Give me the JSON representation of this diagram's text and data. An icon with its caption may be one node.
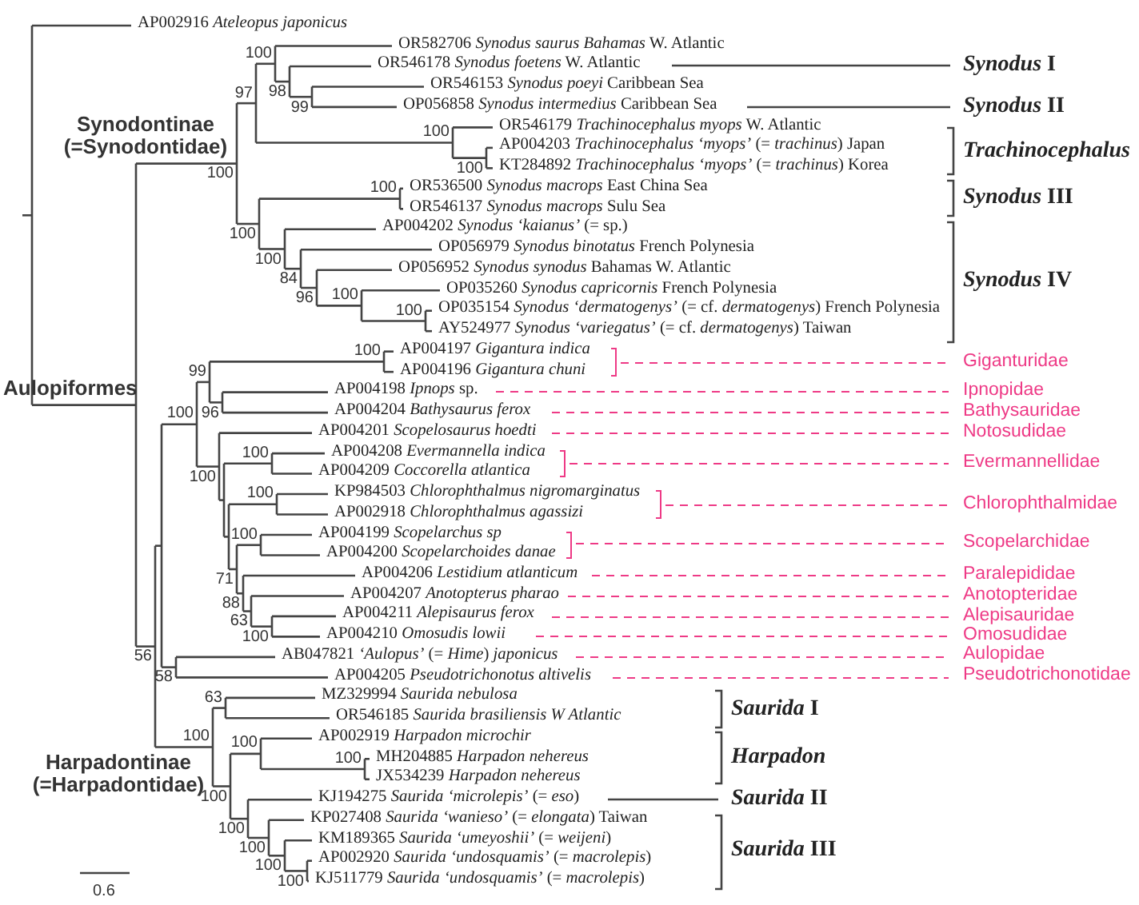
{
  "diagram": {
    "labels": [
      "AP002916 *Ateleopus japonicus*",
      "OR582706 *Synodus saurus Bahamas* W. Atlantic",
      "OR546178 *Synodus foetens* W. Atlantic",
      "OR546153 *Synodus poeyi* Caribbean Sea",
      "OP056858 *Synodus intermedius* Caribbean Sea",
      "OR546179 *Trachinocephalus myops* W. Atlantic",
      "AP004203 *Trachinocephalus ‘myops’* (= *trachinus*) Japan",
      "KT284892 *Trachinocephalus ‘myops’* (= *trachinus*) Korea",
      "OR536500 *Synodus macrops* East China Sea",
      "OR546137 *Synodus macrops* Sulu Sea",
      "AP004202 *Synodus ‘kaianus’* (= sp.)",
      "OP056979 *Synodus binotatus* French Polynesia",
      "OP056952 *Synodus synodus* Bahamas W. Atlantic",
      "OP035260 *Synodus capricornis* French Polynesia",
      "OP035154 *Synodus ‘dermatogenys’* (= cf. *dermatogenys*) French Polynesia",
      "AY524977 *Synodus ‘variegatus’* (= cf. *dermatogenys*) Taiwan",
      "AP004197 *Gigantura indica*",
      "AP004196 *Gigantura chuni*",
      "AP004198 *Ipnops* sp.",
      "AP004204 *Bathysaurus ferox*",
      "AP004201 *Scopelosaurus hoedti*",
      "AP004208 *Evermannella indica*",
      "AP004209 *Coccorella atlantica*",
      "KP984503 *Chlorophthalmus nigromarginatus*",
      "AP002918 *Chlorophthalmus agassizi*",
      "AP004199 *Scopelarchus sp*",
      "AP004200 *Scopelarchoides danae*",
      "AP004206 *Lestidium atlanticum*",
      "AP004207 *Anotopterus pharao*",
      "AP004211 *Alepisaurus ferox*",
      "AP004210 *Omosudis lowii*",
      "AB047821 *‘Aulopus’* (= *Hime*) *japonicus*",
      "AP004205 *Pseudotrichonotus altivelis*",
      "MZ329994 *Saurida nebulosa*",
      "OR546185 *Saurida brasiliensis W Atlantic*",
      "AP002919 *Harpadon microchir*",
      "MH204885 *Harpadon nehereus*",
      "JX534239 *Harpadon nehereus*",
      "KJ194275 *Saurida ‘microlepis’* (= *eso*)",
      "KP027408 *Saurida ‘wanieso’* (= *elongata*) Taiwan",
      "KM189365 *Saurida ‘umeyoshii’* (= *weijeni*)",
      "AP002920 *Saurida ‘undosquamis’* (= *macrolepis*)",
      "KJ511779 *Saurida ‘undosquamis’* (= *macrolepis*)",
      "100",
      "98",
      "97",
      "99",
      "100",
      "100",
      "100",
      "100",
      "100",
      "100",
      "84",
      "96",
      "100",
      "100",
      "100",
      "99",
      "100",
      "96",
      "100",
      "100",
      "100",
      "100",
      "71",
      "88",
      "63",
      "100",
      "56",
      "58",
      "63",
      "100",
      "100",
      "100",
      "100",
      "100",
      "100",
      "100",
      "100",
      "Synodontinae (=Synodontidae)",
      "Aulopiformes",
      "Harpadontinae (=Harpadontidae)",
      "*Synodus* I",
      "*Synodus* II",
      "*Trachinocephalus*",
      "*Synodus* III",
      "*Synodus* IV",
      "*Saurida* I",
      "*Harpadon*",
      "*Saurida* II",
      "*Saurida* III",
      "Giganturidae",
      "Ipnopidae",
      "Bathysauridae",
      "Notosudidae",
      "Evermannellidae",
      "Chlorophthalmidae",
      "Scopelarchidae",
      "Paralepididae",
      "Anotopteridae",
      "Alepisauridae",
      "Omosudidae",
      "Aulopidae",
      "Pseudotrichonotidae",
      "0.6"
    ]
  }
}
